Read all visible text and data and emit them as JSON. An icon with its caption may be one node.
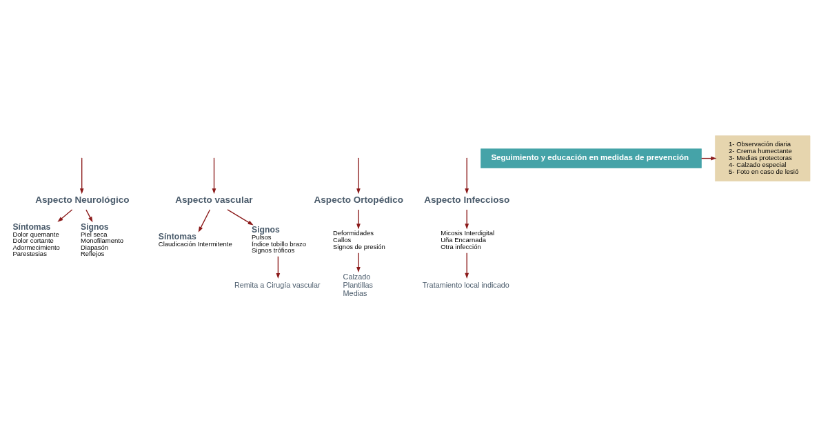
{
  "diagram": {
    "nodes": [
      {
        "text": [
          "Aspecto Neurológico"
        ]
      },
      {
        "text": [
          "Síntomas",
          "Dolor quemante",
          "Dolor cortante",
          "Adormecimiento",
          "Parestesias"
        ]
      },
      {
        "text": [
          "Signos",
          "Piel seca",
          "Monofilamento",
          "Diapasón",
          "Reflejos"
        ]
      },
      {
        "text": [
          "Aspecto vascular"
        ]
      },
      {
        "text": [
          "Síntomas",
          "Claudicación Intermitente"
        ]
      },
      {
        "text": [
          "Signos",
          "Pulsos",
          "Índice tobillo brazo",
          "Signos tróficos"
        ]
      },
      {
        "text": [
          "Remita a Cirugía vascular"
        ]
      },
      {
        "text": [
          "Aspecto Ortopédico"
        ]
      },
      {
        "text": [
          "Deformidades",
          "Callos",
          "Signos de presión"
        ]
      },
      {
        "text": [
          "Calzado",
          "Plantillas",
          "Medias"
        ]
      },
      {
        "text": [
          "Aspecto Infeccioso"
        ]
      },
      {
        "text": [
          "Micosis Interdigital",
          "Uña Encarnada",
          "Otra infección"
        ]
      },
      {
        "text": [
          "Tratamiento local indicado"
        ]
      },
      {
        "text": [
          "Seguimiento y educación en medidas de prevención"
        ]
      },
      {
        "text": [
          "1- Observación diaria",
          "2- Crema humectante",
          "3- Medias protectoras",
          "4- Calzado especial",
          "5- Foto en caso de lesió"
        ]
      }
    ],
    "edges": [
      {
        "from": null,
        "to": 0,
        "arrow": "to"
      },
      {
        "from": null,
        "to": 3,
        "arrow": "to"
      },
      {
        "from": null,
        "to": 7,
        "arrow": "to"
      },
      {
        "from": null,
        "to": 10,
        "arrow": "to"
      },
      {
        "from": 0,
        "to": 1,
        "arrow": "to"
      },
      {
        "from": 0,
        "to": 2,
        "arrow": "to"
      },
      {
        "from": 3,
        "to": 4,
        "arrow": "to"
      },
      {
        "from": 3,
        "to": 5,
        "arrow": "to"
      },
      {
        "from": 5,
        "to": 6,
        "arrow": "to"
      },
      {
        "from": 7,
        "to": 8,
        "arrow": "to"
      },
      {
        "from": 8,
        "to": 9,
        "arrow": "to"
      },
      {
        "from": 10,
        "to": 11,
        "arrow": "to"
      },
      {
        "from": 11,
        "to": 12,
        "arrow": "to"
      },
      {
        "from": 13,
        "to": 14,
        "arrow": "to"
      }
    ]
  }
}
